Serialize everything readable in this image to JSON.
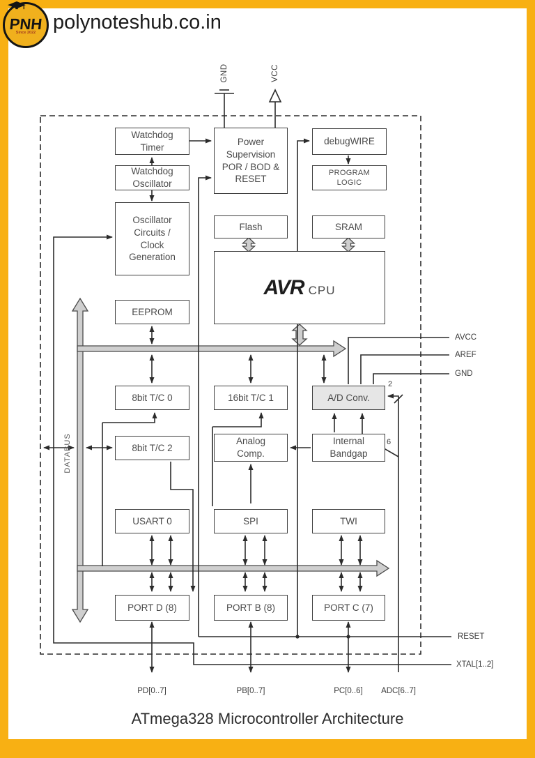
{
  "header": {
    "logo_text": "PNH",
    "logo_tagline": "Since 2022",
    "site": "polynoteshub.co.in"
  },
  "caption": "ATmega328 Microcontroller Architecture",
  "diagram": {
    "top_pins": {
      "gnd": "GND",
      "vcc": "VCC"
    },
    "blocks": {
      "watchdog_timer": "Watchdog\nTimer",
      "watchdog_oscillator": "Watchdog\nOscillator",
      "oscillator_circuits": "Oscillator\nCircuits /\nClock\nGeneration",
      "power_supervision": "Power\nSupervision\nPOR / BOD &\nRESET",
      "debugwire": "debugWIRE",
      "program_logic": "PROGRAM\nLOGIC",
      "flash": "Flash",
      "sram": "SRAM",
      "avr_logo": "AVR",
      "cpu": "CPU",
      "eeprom": "EEPROM",
      "tc0": "8bit T/C 0",
      "tc1": "16bit T/C 1",
      "adc": "A/D Conv.",
      "tc2": "8bit T/C 2",
      "analog_comp": "Analog\nComp.",
      "bandgap": "Internal\nBandgap",
      "usart0": "USART 0",
      "spi": "SPI",
      "twi": "TWI",
      "portd": "PORT D (8)",
      "portb": "PORT B (8)",
      "portc": "PORT C (7)"
    },
    "bus_label": "DATABUS",
    "width_markers": {
      "adc_pins": "2",
      "adc_channels": "6"
    },
    "right_pins": {
      "avcc": "AVCC",
      "aref": "AREF",
      "gnd": "GND",
      "reset": "RESET",
      "xtal": "XTAL[1..2]"
    },
    "bottom_pins": {
      "pd": "PD[0..7]",
      "pb": "PB[0..7]",
      "pc": "PC[0..6]",
      "adc": "ADC[6..7]"
    }
  }
}
